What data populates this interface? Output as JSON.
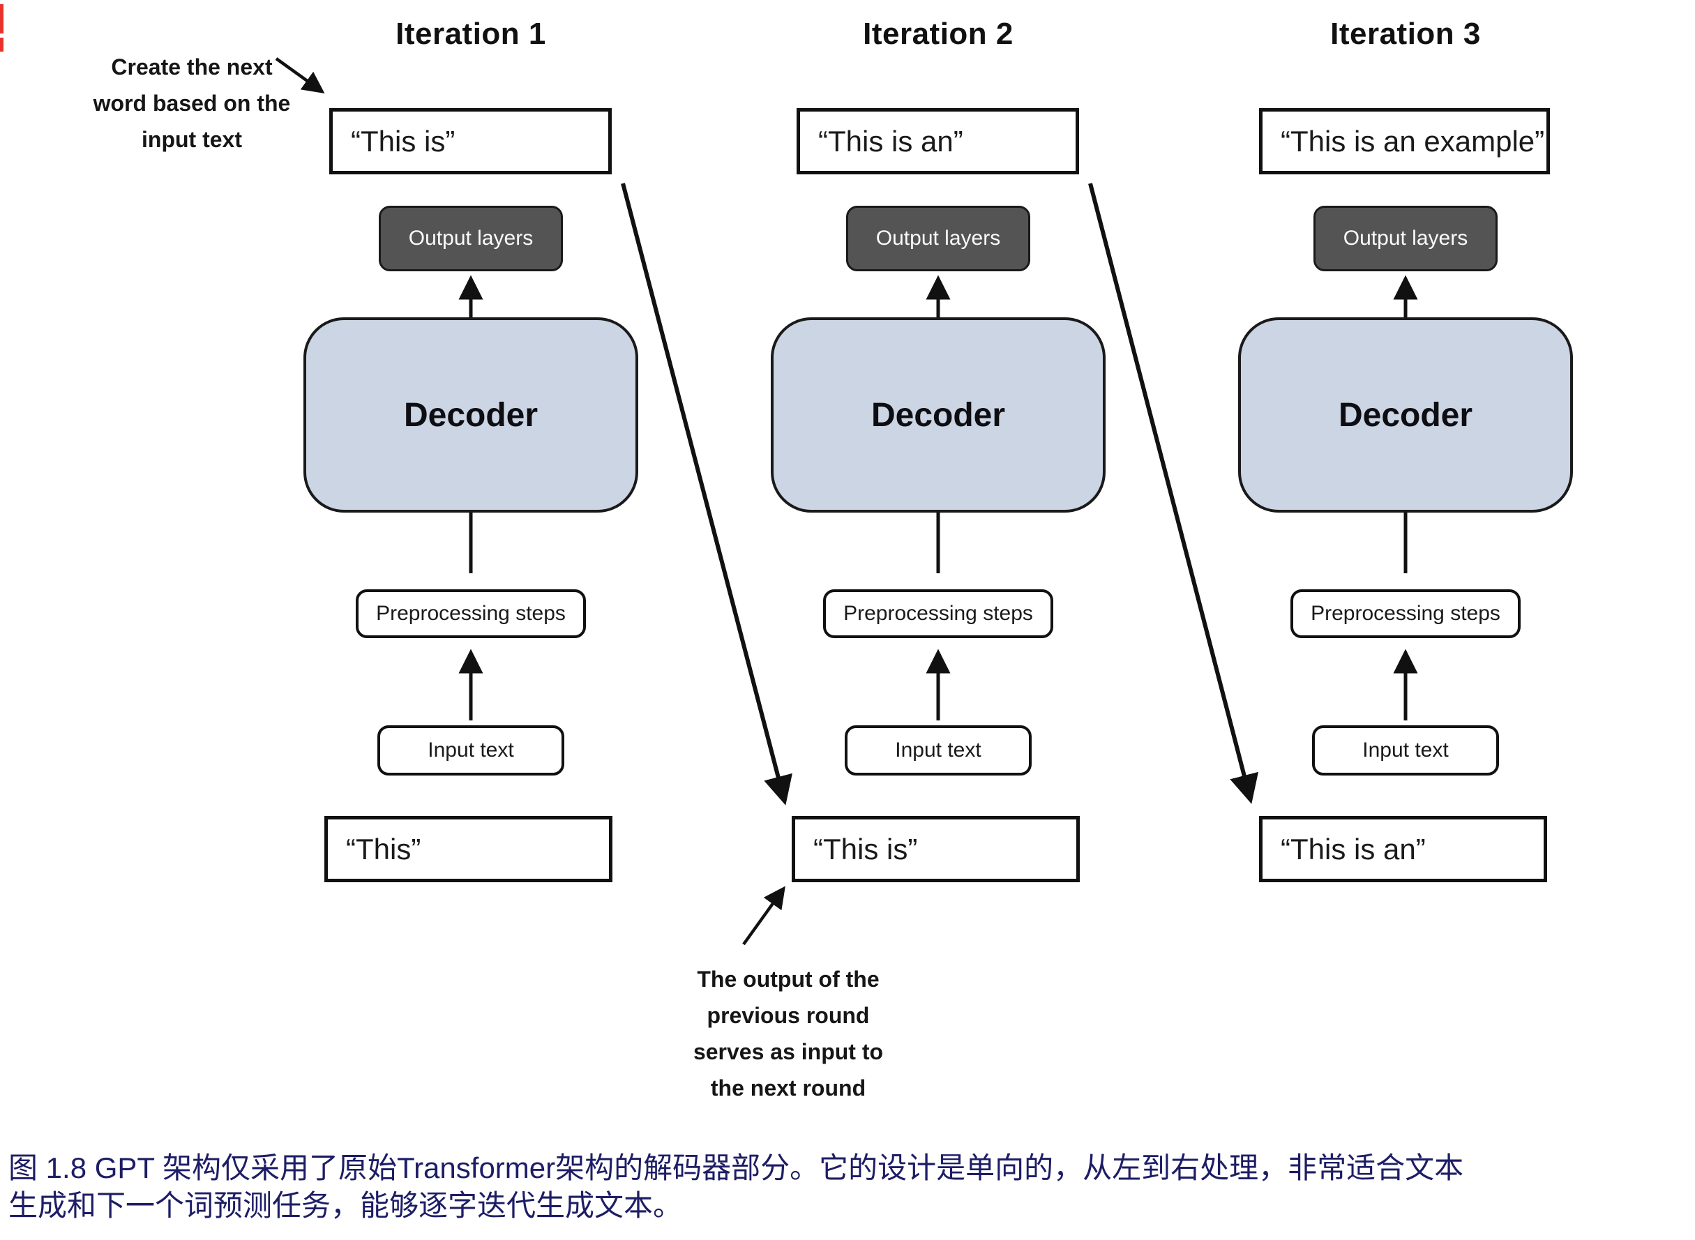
{
  "colors": {
    "decoder_fill": "#cbd5e4",
    "output_layers_fill": "#545454",
    "output_layers_text": "#fafafa",
    "box_border": "#111111",
    "caption_text": "#1d1d66",
    "edge_artifact_red": "#e8322a"
  },
  "annotations": {
    "top_left": {
      "lines": [
        "Create the next",
        "word based on the",
        "input text"
      ]
    },
    "bottom": {
      "lines": [
        "The output of the",
        "previous round",
        "serves as input to",
        "the next round"
      ]
    }
  },
  "columns": [
    {
      "title": "Iteration 1",
      "generated_output": "“This is”",
      "output_layers": "Output layers",
      "decoder": "Decoder",
      "preprocessing": "Preprocessing steps",
      "input_label": "Input text",
      "input_value": "“This”"
    },
    {
      "title": "Iteration 2",
      "generated_output": "“This is an”",
      "output_layers": "Output layers",
      "decoder": "Decoder",
      "preprocessing": "Preprocessing steps",
      "input_label": "Input text",
      "input_value": "“This is”"
    },
    {
      "title": "Iteration 3",
      "generated_output": "“This is an example”",
      "output_layers": "Output layers",
      "decoder": "Decoder",
      "preprocessing": "Preprocessing steps",
      "input_label": "Input text",
      "input_value": "“This is an”"
    }
  ],
  "caption": {
    "line1": "图 1.8  GPT 架构仅采用了原始Transformer架构的解码器部分。它的设计是单向的，从左到右处理，非常适合文本",
    "line2": "生成和下一个词预测任务，能够逐字迭代生成文本。"
  }
}
